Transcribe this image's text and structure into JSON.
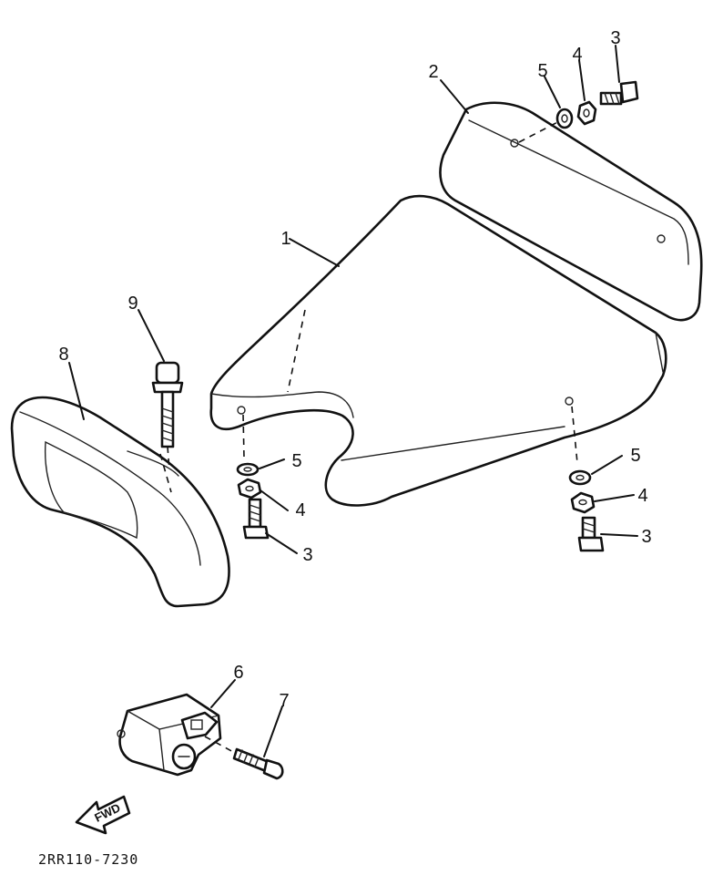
{
  "callouts": {
    "seat": "1",
    "backrest": "2",
    "bolt": "3",
    "lock_washer": "4",
    "plain_washer": "5",
    "seat_lock": "6",
    "screw": "7",
    "side_cover": "8",
    "long_bolt": "9"
  },
  "fwd_label": "FWD",
  "diagram_code": "2RR110-7230",
  "colors": {
    "ink": "#111111",
    "paper": "#ffffff"
  }
}
